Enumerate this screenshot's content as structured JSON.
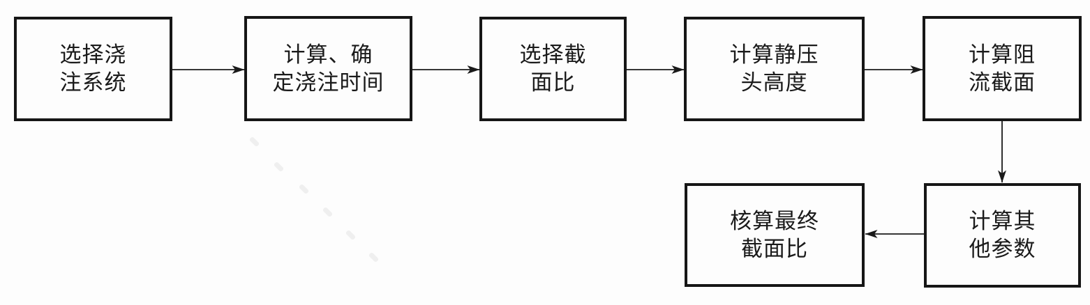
{
  "diagram": {
    "background_color": "#fdfdfd",
    "box_border_color": "#161616",
    "line_color": "#1a1a1a",
    "text_color": "#1a1a1a",
    "boxes": [
      {
        "id": "select-gating-system",
        "line1": "选择浇",
        "line2": "注系统",
        "full": "选择浇注系统"
      },
      {
        "id": "calc-pouring-time",
        "line1": "计算、确",
        "line2": "定浇注时间",
        "full": "计算、确定浇注时间"
      },
      {
        "id": "select-section-ratio",
        "line1": "选择截",
        "line2": "面比",
        "full": "选择截面比"
      },
      {
        "id": "calc-static-head",
        "line1": "计算静压",
        "line2": "头高度",
        "full": "计算静压头高度"
      },
      {
        "id": "calc-choke-section",
        "line1": "计算阻",
        "line2": "流截面",
        "full": "计算阻流截面"
      },
      {
        "id": "check-final-ratio",
        "line1": "核算最终",
        "line2": "截面比",
        "full": "核算最终截面比"
      },
      {
        "id": "calc-other-params",
        "line1": "计算其",
        "line2": "他参数",
        "full": "计算其他参数"
      }
    ],
    "connections": [
      {
        "from": "选择浇注系统",
        "to": "计算、确定浇注时间",
        "direction": "right"
      },
      {
        "from": "计算、确定浇注时间",
        "to": "选择截面比",
        "direction": "right"
      },
      {
        "from": "选择截面比",
        "to": "计算静压头高度",
        "direction": "right"
      },
      {
        "from": "计算静压头高度",
        "to": "计算阻流截面",
        "direction": "right"
      },
      {
        "from": "计算阻流截面",
        "to": "计算其他参数",
        "direction": "down"
      },
      {
        "from": "计算其他参数",
        "to": "核算最终截面比",
        "direction": "left"
      }
    ]
  }
}
